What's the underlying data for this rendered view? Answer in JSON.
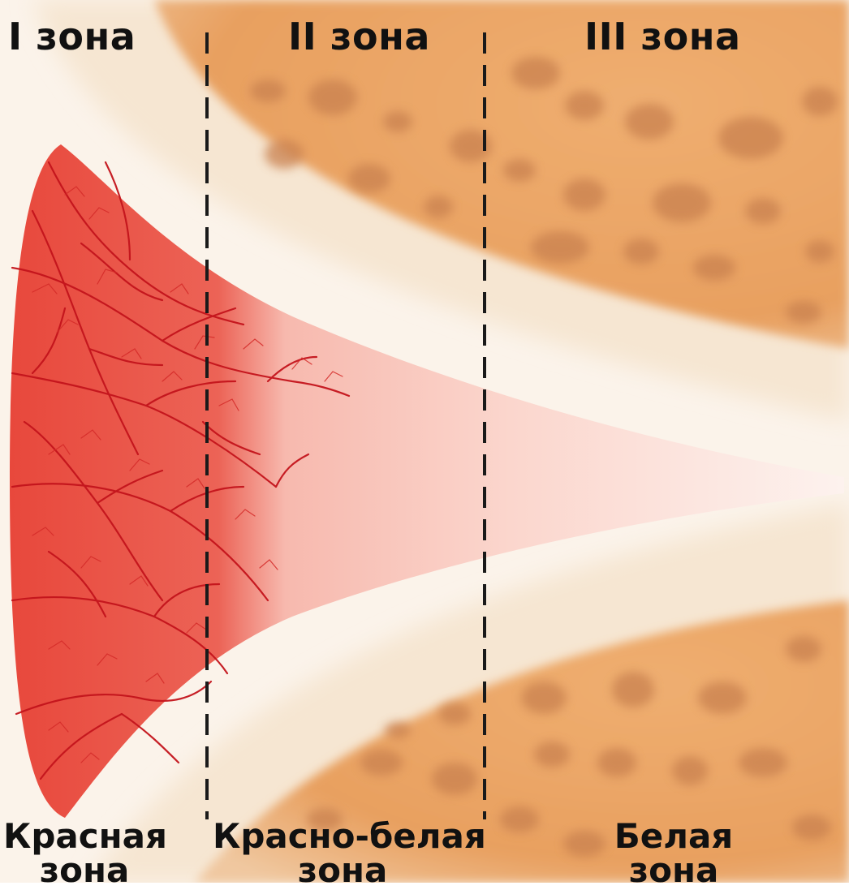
{
  "zones": [
    {
      "title": "I зона",
      "caption_line1": "Красная",
      "caption_line2": "зона"
    },
    {
      "title": "II зона",
      "caption_line1": "Красно-белая",
      "caption_line2": "зона"
    },
    {
      "title": "III зона",
      "caption_line1": "Белая",
      "caption_line2": "зона"
    }
  ],
  "colors": {
    "bone": "#e9a467",
    "bone_pore": "#c9804f",
    "cartilage": "#f6e9d8",
    "red_zone": "#e8493e",
    "vessel": "#c8121a",
    "divider": "#1a1a1a",
    "text": "#111111"
  }
}
